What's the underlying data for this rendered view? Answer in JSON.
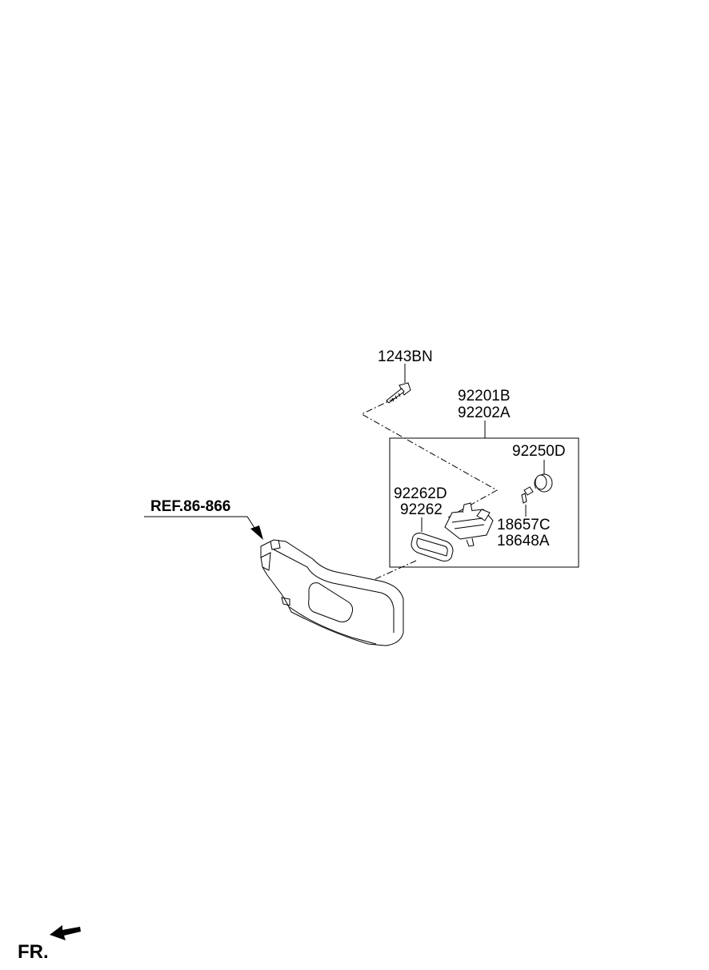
{
  "labels": {
    "bolt": "1243BN",
    "lamp_assy_1": "92201B",
    "lamp_assy_2": "92202A",
    "socket": "92250D",
    "bezel_1": "92262D",
    "bezel_2": "92262",
    "bulb_1": "18657C",
    "bulb_2": "18648A",
    "reference": "REF.86-866",
    "front_indicator": "FR."
  },
  "icons": {
    "front_arrow": "arrow-down-left-icon",
    "leader_arrow": "arrow-down-right-icon"
  },
  "colors": {
    "line": "#000000",
    "background": "#ffffff"
  }
}
